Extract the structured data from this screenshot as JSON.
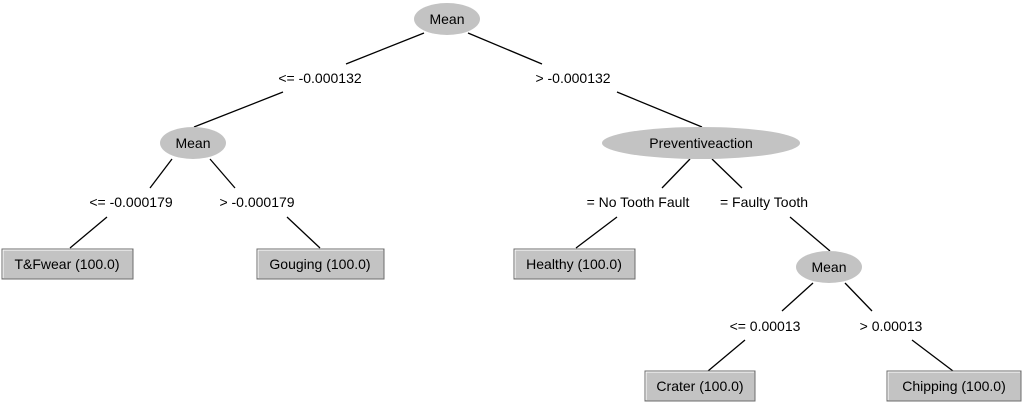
{
  "tree": {
    "nodes": {
      "root": {
        "label": "Mean"
      },
      "mean_l": {
        "label": "Mean"
      },
      "prev": {
        "label": "Preventiveaction"
      },
      "mean_r": {
        "label": "Mean"
      }
    },
    "leaves": {
      "tfwear": {
        "label": "T&Fwear (100.0)"
      },
      "gouging": {
        "label": "Gouging (100.0)"
      },
      "healthy": {
        "label": "Healthy (100.0)"
      },
      "crater": {
        "label": "Crater (100.0)"
      },
      "chipping": {
        "label": "Chipping (100.0)"
      }
    },
    "edges": {
      "root_left": {
        "label": "<= -0.000132"
      },
      "root_right": {
        "label": "> -0.000132"
      },
      "meanl_left": {
        "label": "<= -0.000179"
      },
      "meanl_right": {
        "label": "> -0.000179"
      },
      "prev_left": {
        "label": "= No Tooth Fault"
      },
      "prev_right": {
        "label": "= Faulty Tooth"
      },
      "meanr_left": {
        "label": "<= 0.00013"
      },
      "meanr_right": {
        "label": "> 0.00013"
      }
    }
  }
}
